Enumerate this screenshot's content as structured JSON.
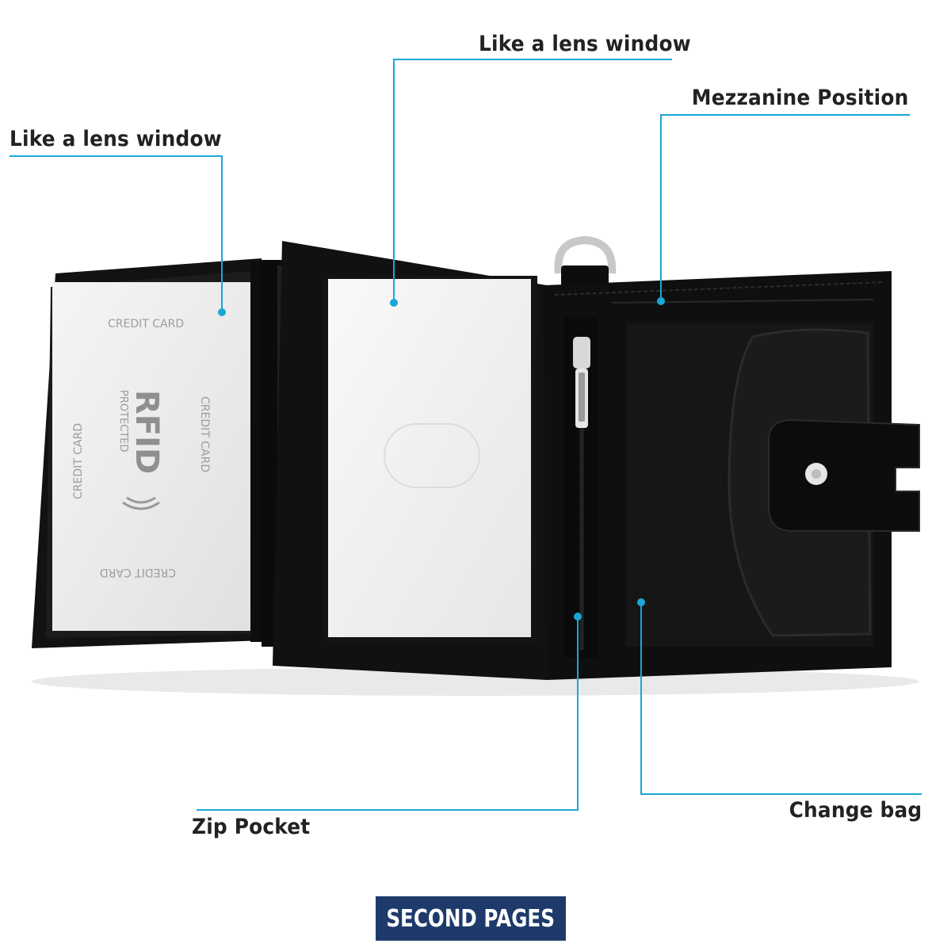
{
  "callouts": {
    "top_left": "Like a lens window",
    "top_center": "Like a lens window",
    "top_right": "Mezzanine Position",
    "bottom_left": "Zip Pocket",
    "bottom_right": "Change bag"
  },
  "card_print": {
    "top": "CREDIT CARD",
    "left": "CREDIT CARD",
    "right": "CREDIT CARD",
    "bottom": "CREDIT CARD",
    "rfid": "RFID",
    "protected": "PROTECTED"
  },
  "banner": "SECOND PAGES",
  "colors": {
    "callout_line": "#1aa7d6",
    "banner_bg": "#1e3a6b",
    "leather": "#111111"
  }
}
